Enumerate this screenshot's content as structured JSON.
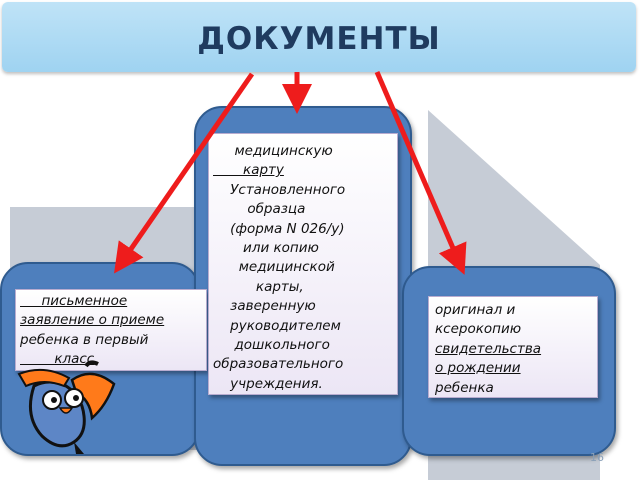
{
  "header": {
    "title": "ДОКУМЕНТЫ"
  },
  "left_card": {
    "lines": [
      "     письменное",
      "заявление о приеме",
      "ребенка в первый",
      "        класс"
    ]
  },
  "center_card": {
    "lines": [
      "     медицинскую",
      "       карту",
      "    Установленного",
      "        образца",
      "    (форма N 026/у)",
      "       или копию",
      "      медицинской",
      "          карты,",
      "    заверенную",
      "    руководителем",
      "     дошкольного",
      "образовательного",
      "    учреждения."
    ]
  },
  "right_card": {
    "lines": [
      "оригинал и",
      "ксерокопию",
      "свидетельства",
      "о рождении",
      "ребенка"
    ]
  },
  "footer": {
    "page_number": "16"
  },
  "colors": {
    "banner": "#a8d8f3",
    "title": "#1f3b5f",
    "panel": "#4e7fbd",
    "arrow": "#ee1c1c"
  }
}
